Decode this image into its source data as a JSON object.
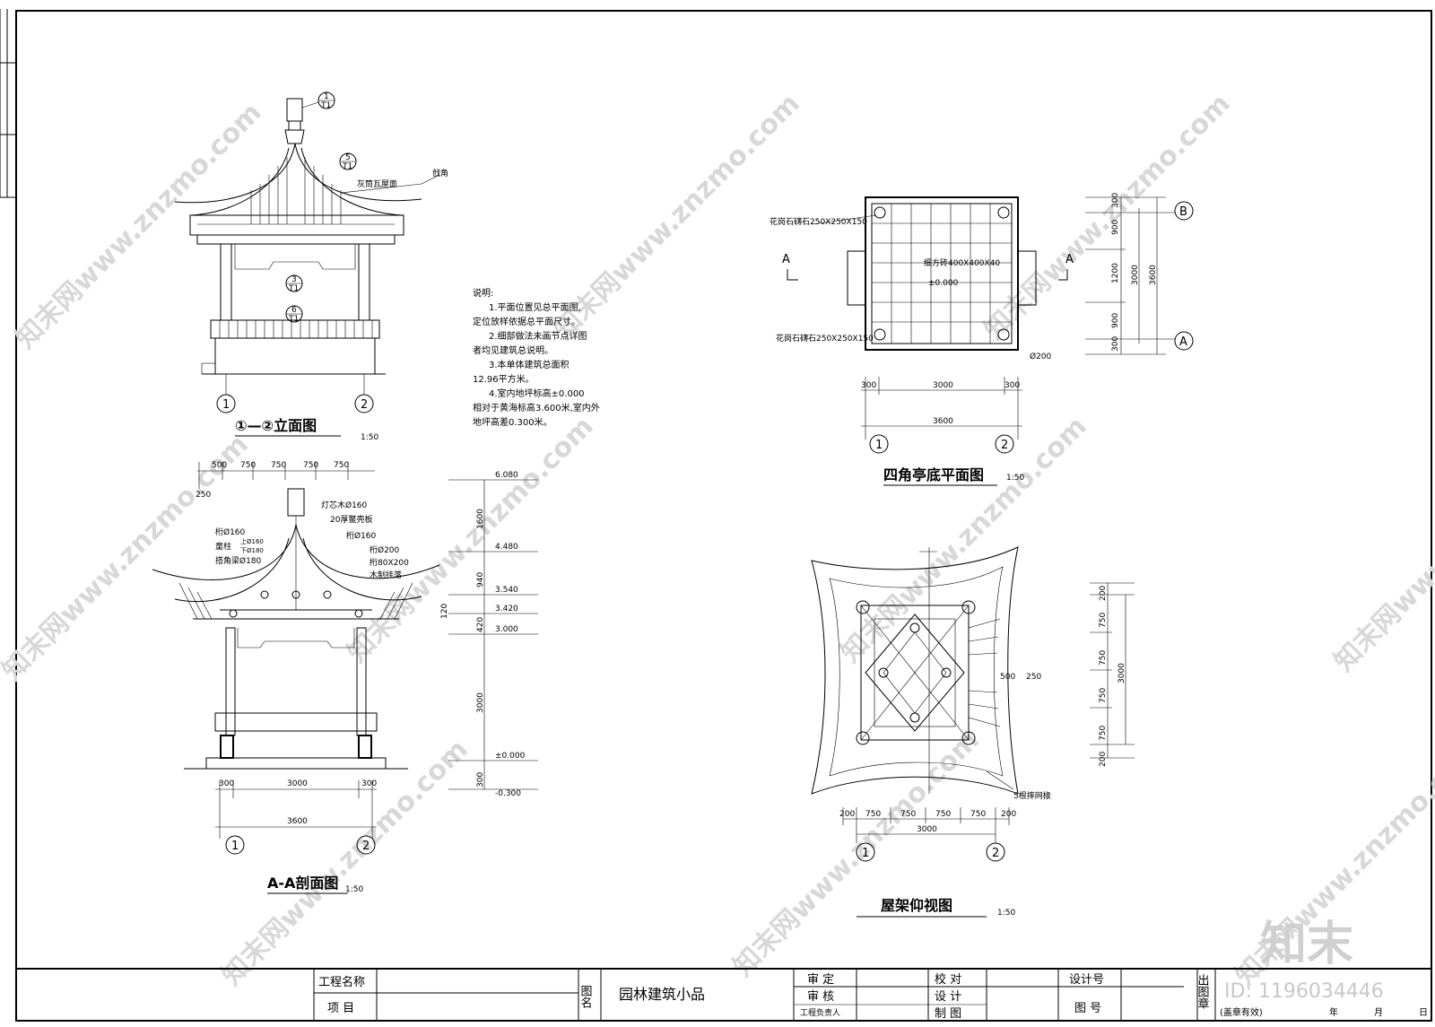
{
  "elevation": {
    "title": "①—②立面图",
    "scale": "1:50",
    "roof_label": "灰筒瓦屋面",
    "corner_label": "戗角",
    "detail_1": "1",
    "detail_5": "5",
    "detail_3": "3",
    "detail_6": "6",
    "detail_sheet": "T1",
    "axis_1": "1",
    "axis_2": "2"
  },
  "notes": {
    "heading": "说明:",
    "lines": [
      "1.平面位置见总平面图,",
      "定位放样依据总平面尺寸。",
      "2.细部做法未画节点详图",
      "者均见建筑总说明。",
      "3.本单体建筑总面积",
      "12.96平方米。",
      "4.室内地坪标高±0.000",
      "相对于黄海标高3.600米,室内外",
      "地坪高差0.300米。"
    ]
  },
  "plan": {
    "title": "四角亭底平面图",
    "scale": "1:50",
    "stone_top": "花岗石礴石250X250X150",
    "stone_bottom": "花岗石礴石250X250X150",
    "tile": "细方砖400X400X40",
    "level": "±0.000",
    "col_dia": "Ø200",
    "cut_label": "A",
    "dims_h": [
      "300",
      "3000",
      "300"
    ],
    "dim_total": "3600",
    "dims_v": [
      "300",
      "900",
      "1200",
      "900",
      "300"
    ],
    "dim_v_inner": "3000",
    "dim_v_total": "3600",
    "axis_a": "A",
    "axis_b": "B",
    "axis_1": "1",
    "axis_2": "2"
  },
  "section": {
    "title": "A-A剖面图",
    "scale": "1:50",
    "top_dims": [
      "500",
      "750",
      "750",
      "750",
      "750"
    ],
    "side_dim": "250",
    "labels": [
      "灯芯木Ø160",
      "20厚鳖壳板",
      "桁Ø160",
      "桁Ø200",
      "桁80X200",
      "木制挂落"
    ],
    "left_labels": [
      "桁Ø160",
      "童柱",
      "上Ø160",
      "下Ø180",
      "搭角梁Ø180"
    ],
    "levels": [
      "6.080",
      "4.480",
      "3.540",
      "3.420",
      "3.000",
      "±0.000",
      "-0.300"
    ],
    "vdims": [
      "1600",
      "940",
      "120",
      "420",
      "3000",
      "300"
    ],
    "bottom_dims": [
      "300",
      "3000",
      "300"
    ],
    "bottom_total": "3600",
    "axis_1": "1",
    "axis_2": "2"
  },
  "roof": {
    "title": "屋架仰视图",
    "scale": "1:50",
    "dims_v": [
      "200",
      "750",
      "750",
      "750",
      "750",
      "200"
    ],
    "dim_v_total": "3000",
    "dim_500": "500",
    "dim_250": "250",
    "note": "5根摔网椽",
    "dims_h": [
      "200",
      "750",
      "750",
      "750",
      "750",
      "200"
    ],
    "dim_h_total": "3000",
    "axis_1": "1",
    "axis_2": "2"
  },
  "titleblock": {
    "project_name_label": "工程名称",
    "item_label": "项 目",
    "drawing_name_label": "图名",
    "drawing_name": "园林建筑小品",
    "approve": "审 定",
    "review": "审 核",
    "engineer": "工程负责人",
    "check": "校 对",
    "design": "设 计",
    "draw": "制 图",
    "design_no": "设计号",
    "drawing_no": "图 号",
    "seal": "出图章",
    "seal_note": "(盖章有效)",
    "year": "年",
    "month": "月",
    "day": "日"
  },
  "watermark": {
    "text": "知末网www.znzmo.com",
    "logo": "知末",
    "id": "ID: 1196034446"
  }
}
